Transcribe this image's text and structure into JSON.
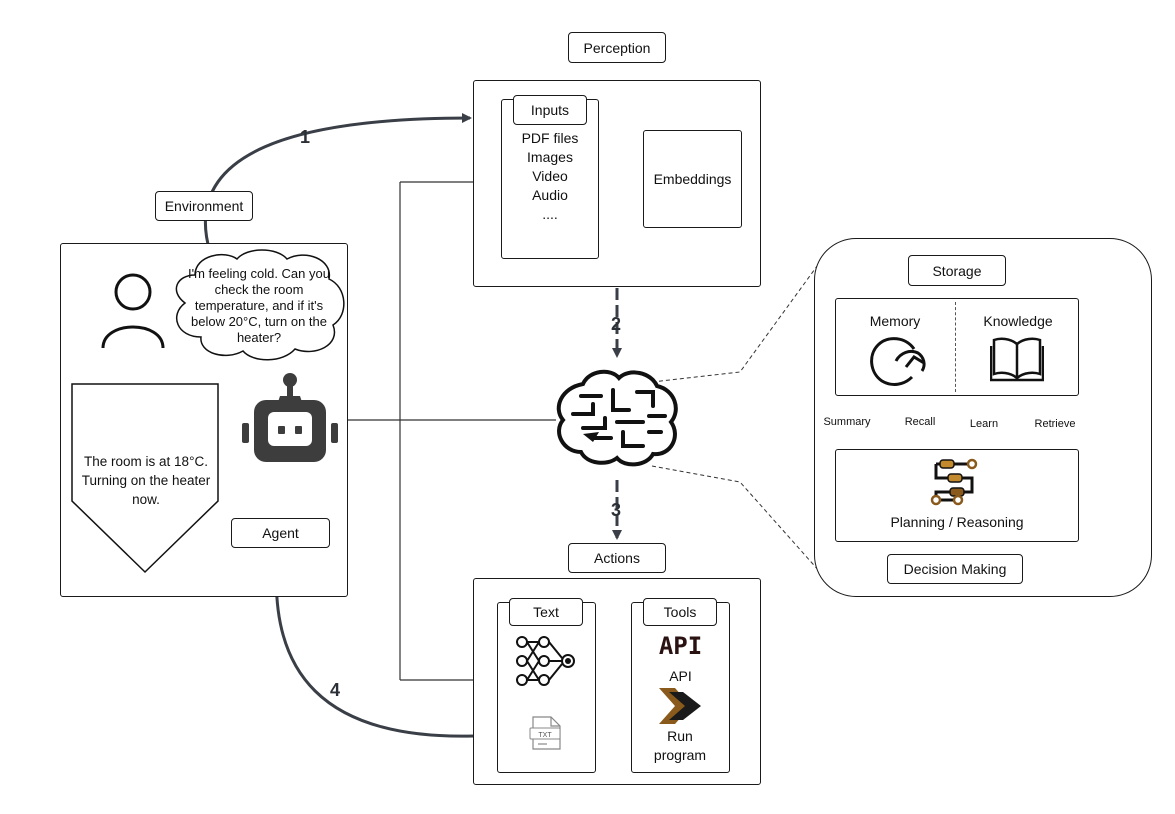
{
  "labels": {
    "perception": "Perception",
    "inputs": "Inputs",
    "embeddings": "Embeddings",
    "environment": "Environment",
    "storage": "Storage",
    "memory": "Memory",
    "knowledge": "Knowledge",
    "summary": "Summary",
    "recall": "Recall",
    "learn": "Learn",
    "retrieve": "Retrieve",
    "planning": "Planning / Reasoning",
    "decision_making": "Decision Making",
    "actions": "Actions",
    "text": "Text",
    "tools": "Tools",
    "api_logo": "API",
    "api": "API",
    "run_program": "Run program",
    "agent": "Agent",
    "txt_file": "TXT"
  },
  "input_items": [
    "PDF files",
    "Images",
    "Video",
    "Audio",
    "...."
  ],
  "speech": {
    "user_message": "I'm feeling cold. Can you check the room temperature, and if it's below 20°C, turn on the heater?",
    "agent_reply": "The room is at 18°C. Turning on the heater now."
  },
  "steps": [
    "1",
    "2",
    "3",
    "4"
  ],
  "colors": {
    "stroke": "#1a1a1a",
    "arrow": "#3a3f47",
    "robot": "#3d3d3d",
    "accent_brown": "#8a5a1c",
    "accent_gold": "#c28a2c"
  },
  "icons": [
    "user-icon",
    "robot-icon",
    "brain-icon",
    "refresh-icon",
    "book-icon",
    "workflow-icon",
    "neural-network-icon",
    "txt-file-icon",
    "run-program-icon"
  ]
}
